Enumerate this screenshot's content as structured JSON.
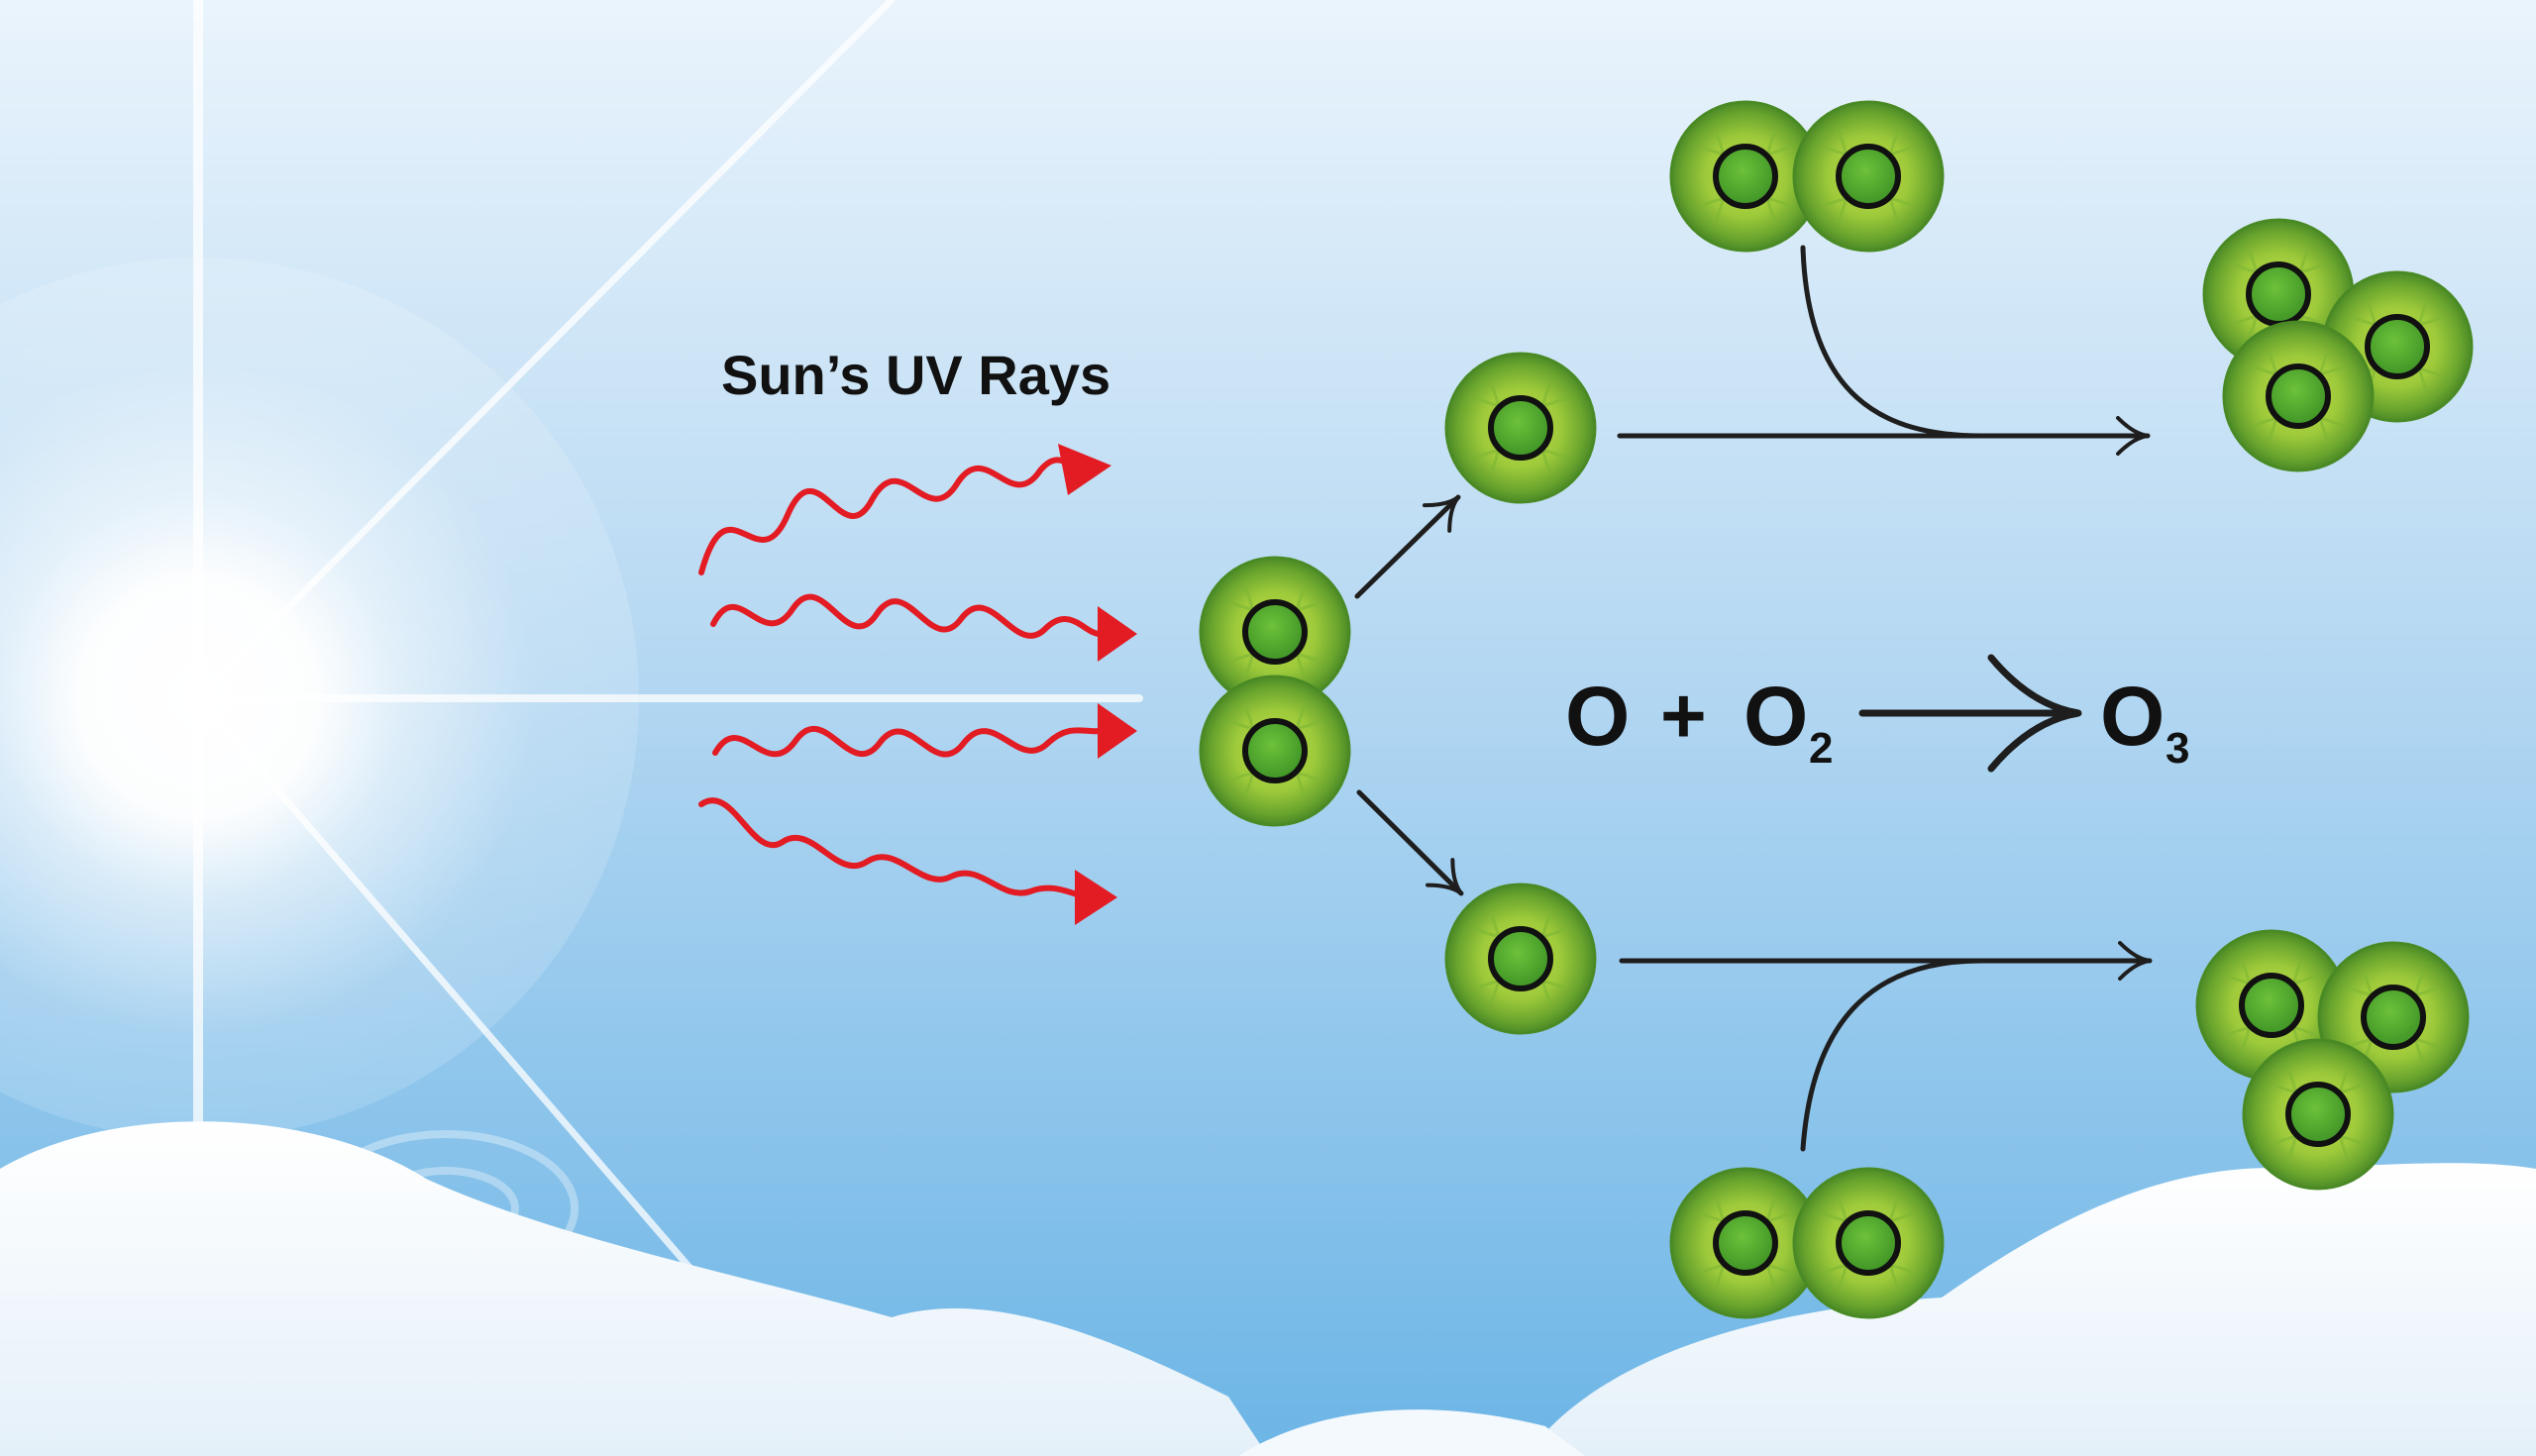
{
  "title": "Sun’s UV Rays",
  "equation": {
    "atom": "O",
    "plus": "+",
    "molecule": "O",
    "molecule_subscript": "2",
    "product": "O",
    "product_subscript": "3"
  },
  "colors": {
    "sky_top": "#e8f3fc",
    "sky_bottom": "#6db6e6",
    "ray": "#e31b23",
    "atom_outer": "#4f9a2a",
    "atom_inner": "#a6cf3a",
    "atom_core": "#55ad2f",
    "arrow": "#1e1e1e",
    "text": "#111111"
  },
  "icons": [
    "sun-icon",
    "oxygen-atom-icon",
    "wavy-uv-ray-arrow-icon",
    "reaction-arrow-icon",
    "cloud-icon"
  ]
}
